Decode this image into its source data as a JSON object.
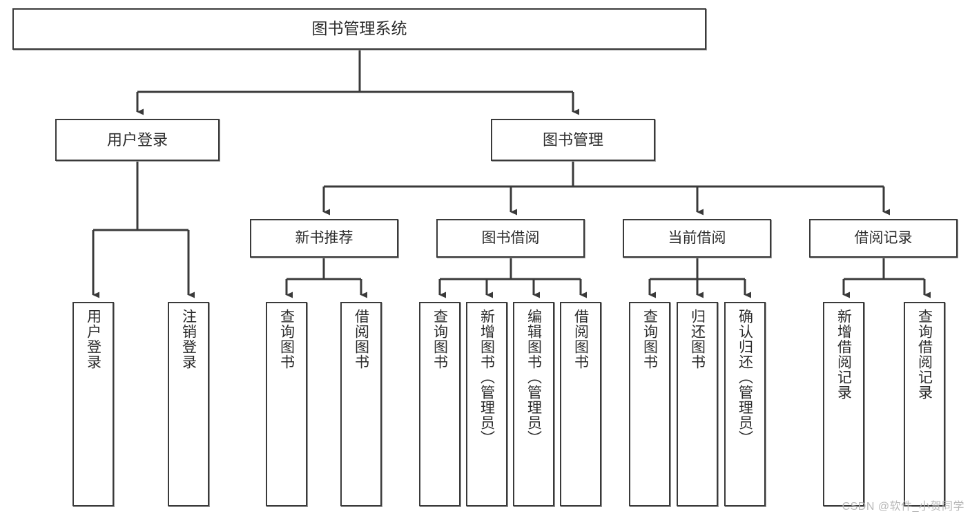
{
  "diagram": {
    "title": "图书管理系统",
    "type": "tree-hierarchy",
    "watermark": "CSDN @软件_小贺同学",
    "colors": {
      "node_border": "#3a3a3a",
      "node_fill": "#ffffff",
      "connector": "#3a3a3a",
      "text": "#2b2b2b",
      "watermark": "#b8b8b8"
    },
    "nodes": {
      "root": {
        "label": "图书管理系统"
      },
      "level1": [
        {
          "label": "用户登录"
        },
        {
          "label": "图书管理"
        }
      ],
      "level2": [
        {
          "label": "新书推荐"
        },
        {
          "label": "图书借阅"
        },
        {
          "label": "当前借阅"
        },
        {
          "label": "借阅记录"
        }
      ],
      "leaves": [
        {
          "label": "用户登录",
          "parent": "用户登录"
        },
        {
          "label": "注销登录",
          "parent": "用户登录"
        },
        {
          "label": "查询图书",
          "parent": "新书推荐"
        },
        {
          "label": "借阅图书",
          "parent": "新书推荐"
        },
        {
          "label": "查询图书",
          "parent": "图书借阅"
        },
        {
          "label": "新增图书（管理员）",
          "parent": "图书借阅"
        },
        {
          "label": "编辑图书（管理员）",
          "parent": "图书借阅"
        },
        {
          "label": "借阅图书",
          "parent": "图书借阅"
        },
        {
          "label": "查询图书",
          "parent": "当前借阅"
        },
        {
          "label": "归还图书",
          "parent": "当前借阅"
        },
        {
          "label": "确认归还（管理员）",
          "parent": "当前借阅"
        },
        {
          "label": "新增借阅记录",
          "parent": "借阅记录"
        },
        {
          "label": "查询借阅记录",
          "parent": "借阅记录"
        }
      ]
    }
  }
}
